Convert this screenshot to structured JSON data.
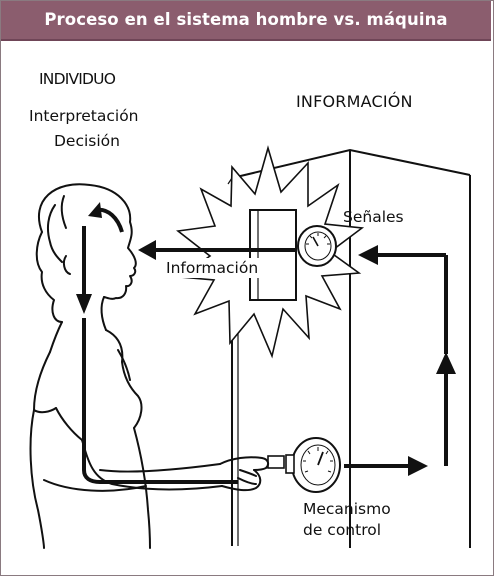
{
  "title": "Proceso en el sistema hombre vs. máquina",
  "labels": {
    "individuo": "INDIVIDUO",
    "interpretacion": "Interpretación",
    "decision": "Decisión",
    "informacion_header": "INFORMACIÓN",
    "senales": "Señales",
    "informacion_arrow": "Información",
    "mecanismo": "Mecanismo",
    "de_control": "de control"
  },
  "colors": {
    "title_bar": "#8b5d6e",
    "text": "#111111",
    "line": "#111111"
  }
}
